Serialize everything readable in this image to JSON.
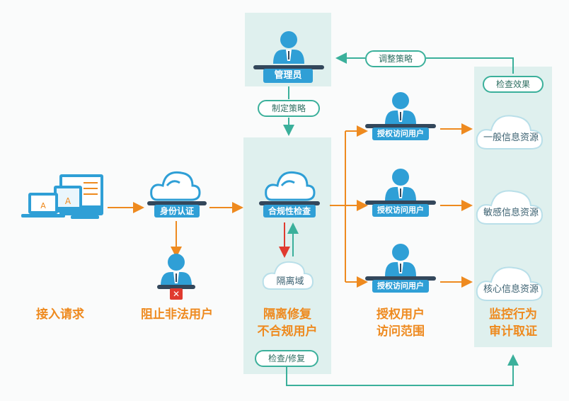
{
  "colors": {
    "orange": "#ee8a1f",
    "teal": "#3bb09b",
    "blue": "#2f9fd6",
    "panel": "#dff0ee",
    "red": "#e03a2f",
    "dark": "#33475b"
  },
  "admin": {
    "label": "管理员",
    "set_policy": "制定策略",
    "adjust_policy": "调整策略"
  },
  "check_effect": "检查效果",
  "auth": {
    "label": "身份认证"
  },
  "compliance": {
    "label": "合规性检查",
    "isolation_domain": "隔离域",
    "check_repair": "检查/修复"
  },
  "authorized_user_label": "授权访问用户",
  "resources": [
    "一般信息资源",
    "敏感信息资源",
    "核心信息资源"
  ],
  "stages": {
    "access": "接入请求",
    "block": "阻止非法用户",
    "isolate": [
      "隔离修复",
      "不合规用户"
    ],
    "authorize": [
      "授权用户",
      "访问范围"
    ],
    "monitor": [
      "监控行为",
      "审计取证"
    ]
  }
}
